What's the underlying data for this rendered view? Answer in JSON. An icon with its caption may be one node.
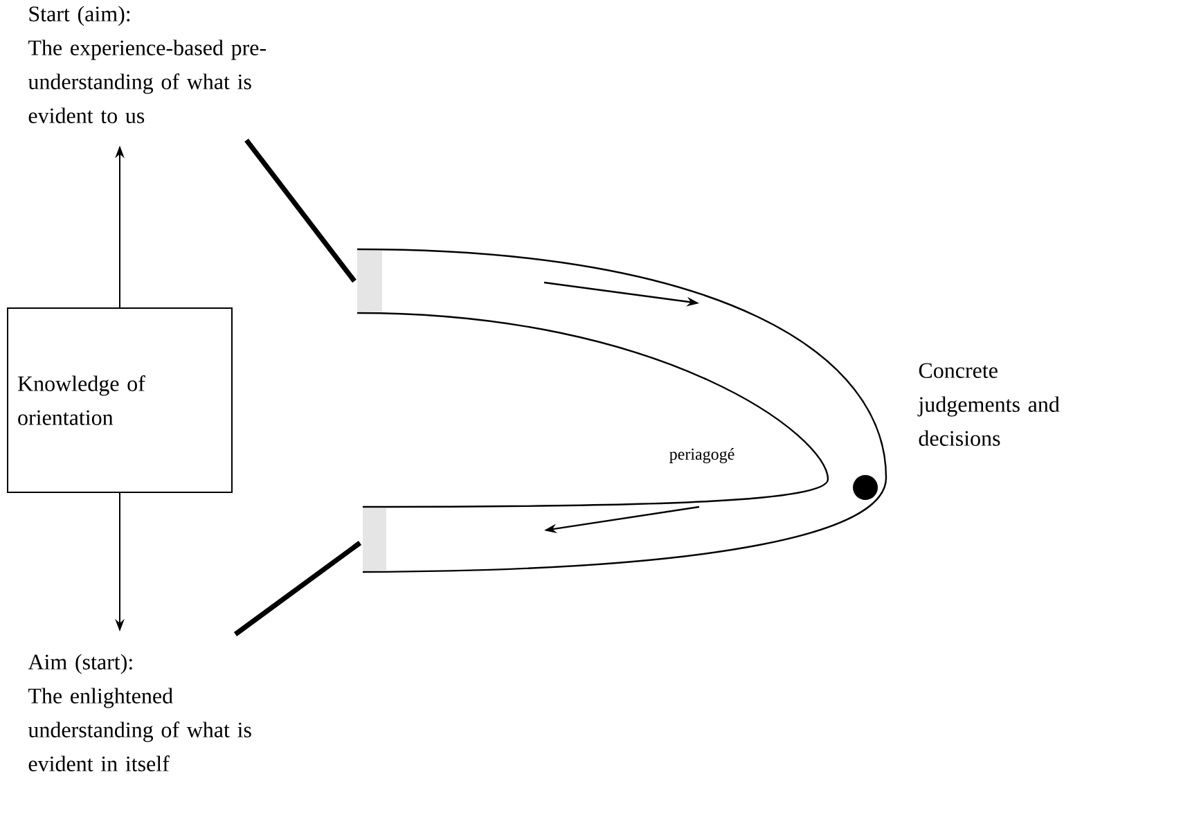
{
  "diagram": {
    "nodes": [
      {
        "text": [
          "Start (aim):",
          "The experience-based pre-understanding of what is evident to us"
        ]
      },
      {
        "text": [
          "Knowledge of orientation"
        ]
      },
      {
        "text": [
          "periagogé"
        ]
      },
      {
        "text": [
          "Aim (start):",
          "The enlightened understanding of what is evident in itself"
        ]
      }
    ],
    "edges": [
      {
        "from": 1,
        "to": 0,
        "arrow": "to"
      },
      {
        "from": 1,
        "to": 3,
        "arrow": "to"
      },
      {
        "from": 0,
        "to": 2,
        "arrow": "none",
        "style": "thick"
      },
      {
        "from": 3,
        "to": 2,
        "arrow": "none",
        "style": "thick"
      }
    ],
    "labels": [
      "Concrete judgements and decisions"
    ]
  }
}
